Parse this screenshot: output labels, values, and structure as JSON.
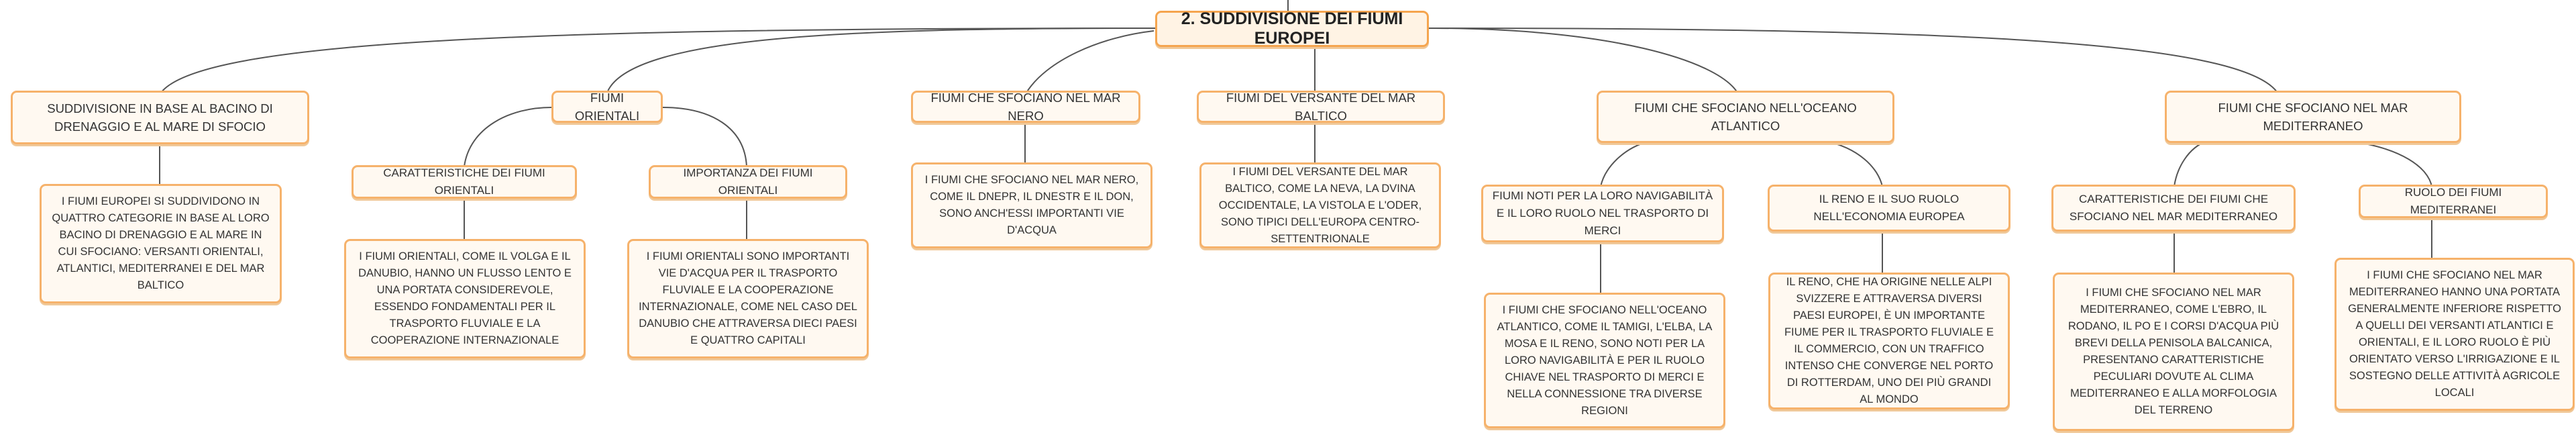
{
  "root": {
    "label": "2. SUDDIVISIONE DEI FIUMI EUROPEI"
  },
  "nodes": {
    "drain": "SUDDIVISIONE IN BASE AL BACINO DI DRENAGGIO E AL MARE DI SFOCIO",
    "drain_text": "I FIUMI EUROPEI SI SUDDIVIDONO IN QUATTRO CATEGORIE IN BASE AL LORO BACINO DI DRENAGGIO E AL MARE IN CUI SFOCIANO: VERSANTI ORIENTALI, ATLANTICI, MEDITERRANEI E DEL MAR BALTICO",
    "east": "FIUMI ORIENTALI",
    "east_char": "CARATTERISTICHE DEI FIUMI ORIENTALI",
    "east_char_text": "I FIUMI ORIENTALI, COME IL VOLGA E IL DANUBIO, HANNO UN FLUSSO LENTO E UNA PORTATA CONSIDEREVOLE, ESSENDO FONDAMENTALI PER IL TRASPORTO FLUVIALE E LA COOPERAZIONE INTERNAZIONALE",
    "east_imp": "IMPORTANZA DEI FIUMI ORIENTALI",
    "east_imp_text": "I FIUMI ORIENTALI SONO IMPORTANTI VIE D'ACQUA PER IL TRASPORTO FLUVIALE E LA COOPERAZIONE INTERNAZIONALE, COME NEL CASO DEL DANUBIO CHE ATTRAVERSA DIECI PAESI E QUATTRO CAPITALI",
    "black": "FIUMI CHE SFOCIANO NEL MAR NERO",
    "black_text": "I FIUMI CHE SFOCIANO NEL MAR NERO, COME IL DNEPR, IL DNESTR E IL DON, SONO ANCH'ESSI IMPORTANTI VIE D'ACQUA",
    "baltic": "FIUMI DEL VERSANTE DEL MAR BALTICO",
    "baltic_text": "I FIUMI DEL VERSANTE DEL MAR BALTICO, COME LA NEVA, LA DVINA OCCIDENTALE, LA VISTOLA E L'ODER, SONO TIPICI DELL'EUROPA CENTRO-SETTENTRIONALE",
    "atlantic": "FIUMI CHE SFOCIANO NELL'OCEANO ATLANTICO",
    "atl_nav": "FIUMI NOTI PER LA LORO NAVIGABILITÀ E IL LORO RUOLO NEL TRASPORTO DI MERCI",
    "atl_nav_text": "I FIUMI CHE SFOCIANO NELL'OCEANO ATLANTICO, COME IL TAMIGI, L'ELBA, LA MOSA E IL RENO, SONO NOTI PER LA LORO NAVIGABILITÀ E PER IL RUOLO CHIAVE NEL TRASPORTO DI MERCI E NELLA CONNESSIONE TRA DIVERSE REGIONI",
    "atl_rhine": "IL RENO E IL SUO RUOLO NELL'ECONOMIA EUROPEA",
    "atl_rhine_text": "IL RENO, CHE HA ORIGINE NELLE ALPI SVIZZERE E ATTRAVERSA DIVERSI PAESI EUROPEI, È UN IMPORTANTE FIUME PER IL TRASPORTO FLUVIALE E IL COMMERCIO, CON UN TRAFFICO INTENSO CHE CONVERGE NEL PORTO DI ROTTERDAM, UNO DEI PIÙ GRANDI AL MONDO",
    "med": "FIUMI CHE SFOCIANO NEL MAR MEDITERRANEO",
    "med_char": "CARATTERISTICHE DEI FIUMI CHE SFOCIANO NEL MAR MEDITERRANEO",
    "med_char_text": "I FIUMI CHE SFOCIANO NEL MAR MEDITERRANEO, COME L'EBRO, IL RODANO, IL PO E I CORSI D'ACQUA PIÙ BREVI DELLA PENISOLA BALCANICA, PRESENTANO CARATTERISTICHE PECULIARI DOVUTE AL CLIMA MEDITERRANEO E ALLA MORFOLOGIA DEL TERRENO",
    "med_role": "RUOLO DEI FIUMI MEDITERRANEI",
    "med_role_text": "I FIUMI CHE SFOCIANO NEL MAR MEDITERRANEO HANNO UNA PORTATA GENERALMENTE INFERIORE RISPETTO A QUELLI DEI VERSANTI ATLANTICI E ORIENTALI, E IL LORO RUOLO È PIÙ ORIENTATO VERSO L'IRRIGAZIONE E IL SOSTEGNO DELLE ATTIVITÀ AGRICOLE LOCALI"
  }
}
